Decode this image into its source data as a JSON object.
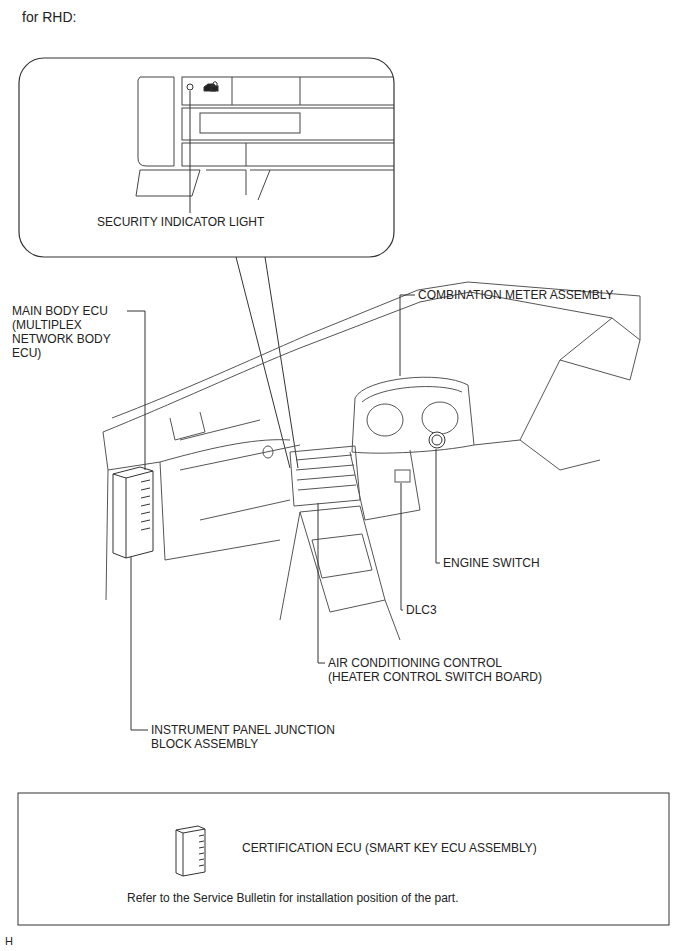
{
  "diagram": {
    "title": "for RHD:",
    "nodes": [
      {
        "text": [
          "SECURITY INDICATOR LIGHT"
        ]
      },
      {
        "text": [
          "CERTIFICATION ECU (SMART KEY ECU ASSEMBLY)",
          "Refer to the Service Bulletin for installation position of the part."
        ]
      }
    ],
    "labels": [
      "MAIN BODY ECU (MULTIPLEX NETWORK BODY ECU)",
      "COMBINATION METER ASSEMBLY",
      "ENGINE SWITCH",
      "DLC3",
      "AIR CONDITIONING CONTROL (HEATER CONTROL SWITCH BOARD)",
      "INSTRUMENT PANEL JUNCTION BLOCK ASSEMBLY",
      "H"
    ]
  }
}
